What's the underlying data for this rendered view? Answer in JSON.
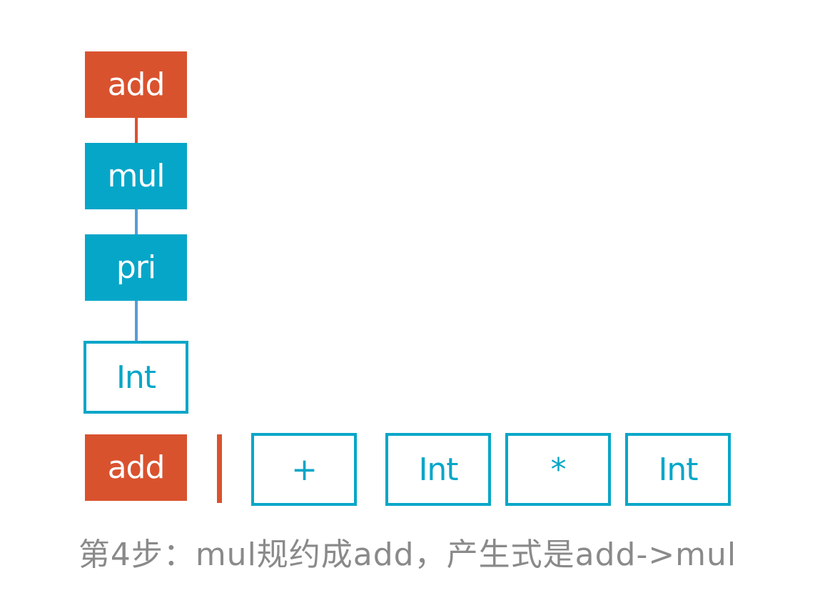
{
  "tree": {
    "nodes": [
      {
        "id": "add",
        "label": "add",
        "style": "filled-red"
      },
      {
        "id": "mul",
        "label": "mul",
        "style": "filled-teal"
      },
      {
        "id": "pri",
        "label": "pri",
        "style": "filled-teal"
      },
      {
        "id": "int",
        "label": "Int",
        "style": "outlined"
      }
    ]
  },
  "stack": {
    "top_label": "add"
  },
  "input": {
    "tokens": [
      "+",
      "Int",
      "*",
      "Int"
    ]
  },
  "caption": "第4步：mul规约成add，产生式是add->mul",
  "colors": {
    "red": "#d9522e",
    "teal": "#06a6c8",
    "edge_blue": "#5b9bd5",
    "caption_gray": "#8a8a8a"
  }
}
